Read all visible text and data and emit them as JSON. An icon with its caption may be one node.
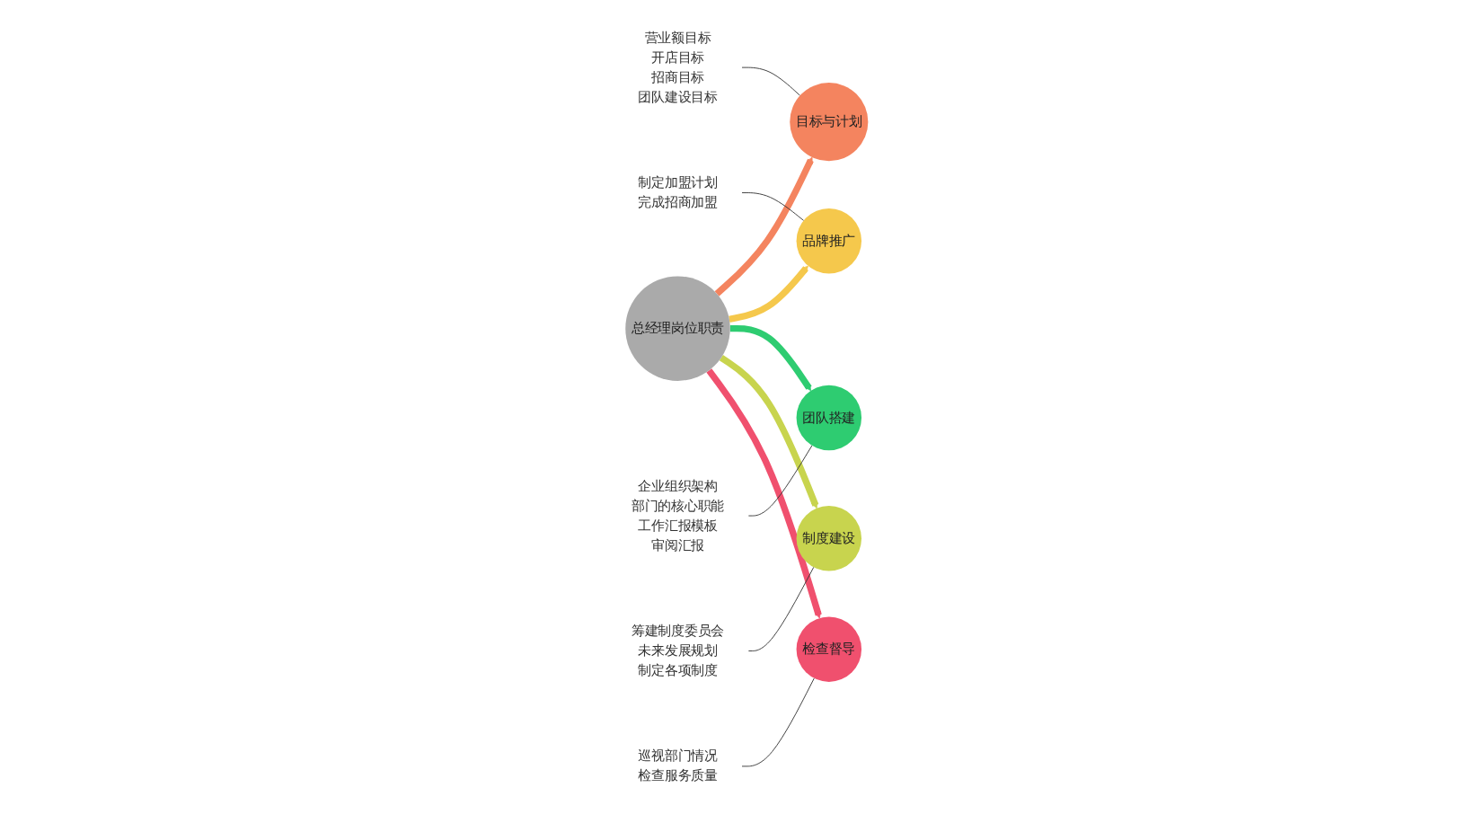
{
  "diagram": {
    "nodes": [
      {
        "text": [
          "总经理岗位职责"
        ]
      },
      {
        "text": [
          "目标与计划"
        ]
      },
      {
        "text": [
          "营业额目标",
          "开店目标",
          "招商目标",
          "团队建设目标"
        ]
      },
      {
        "text": [
          "品牌推广"
        ]
      },
      {
        "text": [
          "制定加盟计划",
          "完成招商加盟"
        ]
      },
      {
        "text": [
          "团队搭建"
        ]
      },
      {
        "text": [
          "企业组织架构",
          "部门的核心职能",
          "工作汇报模板",
          "审阅汇报"
        ]
      },
      {
        "text": [
          "制度建设"
        ]
      },
      {
        "text": [
          "筹建制度委员会",
          "未来发展规划",
          "制定各项制度"
        ]
      },
      {
        "text": [
          "检查督导"
        ]
      },
      {
        "text": [
          "巡视部门情况",
          "检查服务质量"
        ]
      }
    ],
    "edges": [
      {
        "from": 0,
        "to": 1,
        "arrow": "to",
        "style": "thick",
        "color": "#f4845f"
      },
      {
        "from": 0,
        "to": 3,
        "arrow": "to",
        "style": "thick",
        "color": "#f5c84c"
      },
      {
        "from": 0,
        "to": 5,
        "arrow": "to",
        "style": "thick",
        "color": "#2ecc71"
      },
      {
        "from": 0,
        "to": 7,
        "arrow": "to",
        "style": "thick",
        "color": "#c8d44e"
      },
      {
        "from": 0,
        "to": 9,
        "arrow": "to",
        "style": "thick",
        "color": "#f0506e"
      },
      {
        "from": 2,
        "to": 1,
        "arrow": "none"
      },
      {
        "from": 4,
        "to": 3,
        "arrow": "none"
      },
      {
        "from": 6,
        "to": 5,
        "arrow": "none"
      },
      {
        "from": 8,
        "to": 7,
        "arrow": "none"
      },
      {
        "from": 10,
        "to": 9,
        "arrow": "none"
      }
    ]
  }
}
